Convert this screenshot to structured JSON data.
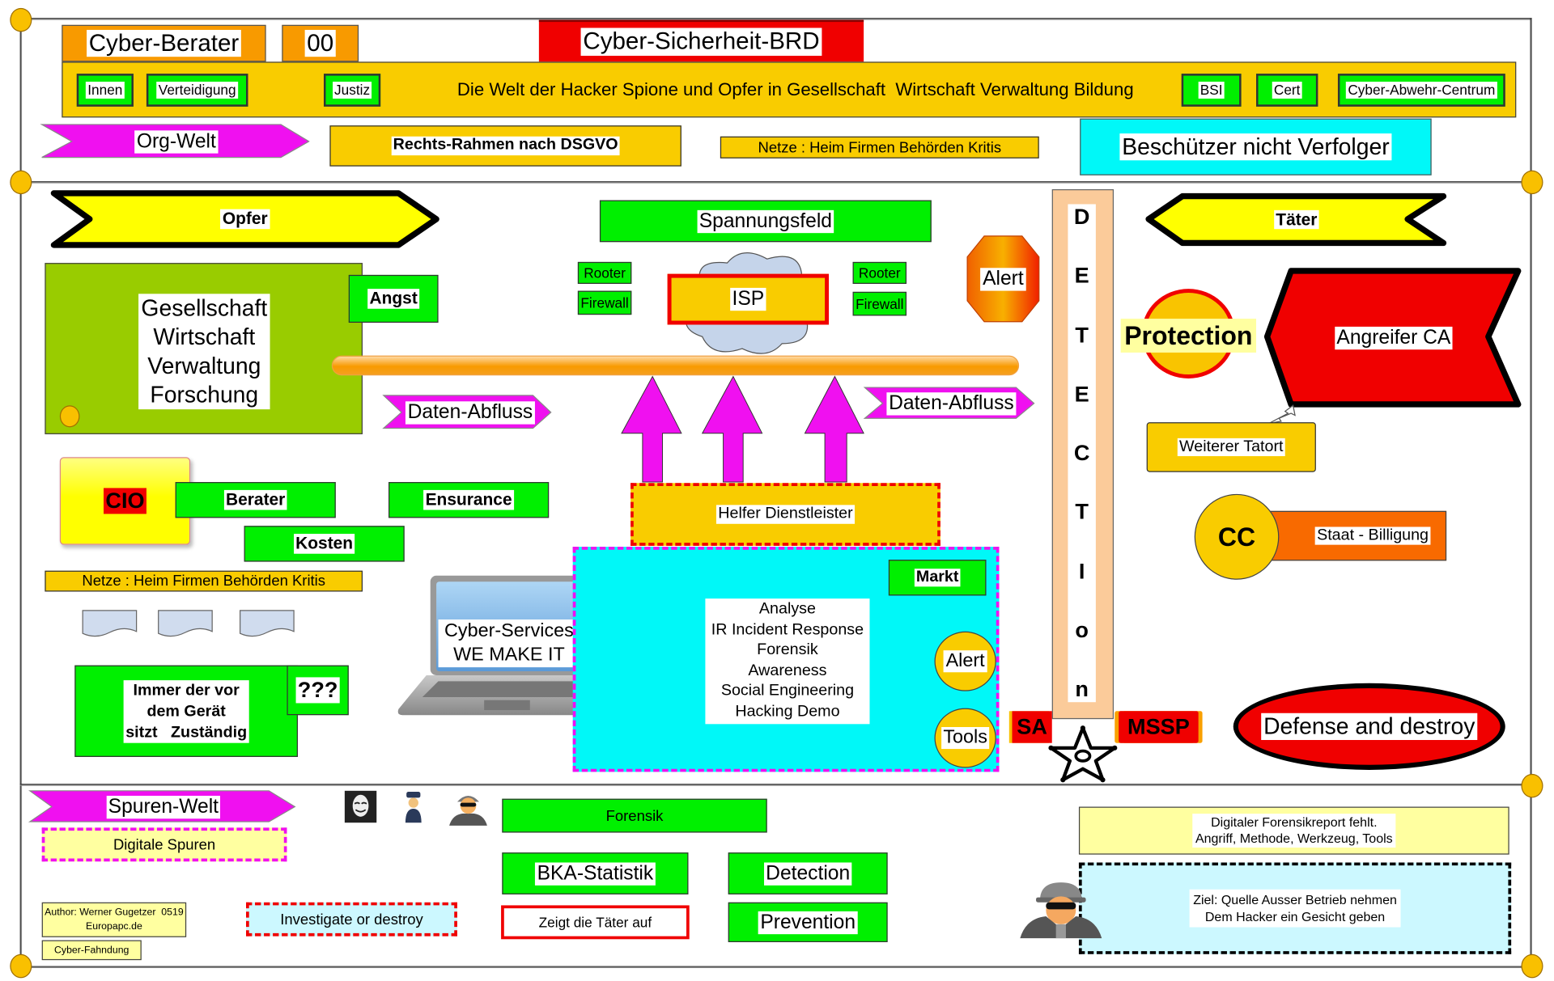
{
  "header": {
    "cyber_berater": "Cyber-Berater",
    "code": "00",
    "title": "Cyber-Sicherheit-BRD",
    "banner_text": "Die Welt der Hacker Spione und Opfer in Gesellschaft  Wirtschaft Verwaltung Bildung",
    "left_tags": [
      "Innen",
      "Verteidigung",
      "Justiz"
    ],
    "right_tags": [
      "BSI",
      "Cert",
      "Cyber-Abwehr-Centrum"
    ]
  },
  "row2": {
    "org_welt": "Org-Welt",
    "rechts_rahmen": "Rechts-Rahmen nach DSGVO",
    "netze": "Netze : Heim Firmen Behörden Kritis",
    "beschuetzer": "Beschützer nicht Verfolger"
  },
  "victim": {
    "opfer": "Opfer",
    "sectors": [
      "Gesellschaft",
      "Wirtschaft",
      "Verwaltung",
      "Forschung"
    ],
    "angst": "Angst",
    "cio": "CIO",
    "berater": "Berater",
    "ensurance": "Ensurance",
    "kosten": "Kosten",
    "netze": "Netze : Heim Firmen Behörden Kritis",
    "immer_lines": [
      "Immer der vor",
      "dem Gerät",
      "sitzt   Zuständig"
    ],
    "question": "???"
  },
  "center": {
    "spannungsfeld": "Spannungsfeld",
    "rooter_left": "Rooter",
    "firewall_left": "Firewall",
    "rooter_right": "Rooter",
    "firewall_right": "Firewall",
    "isp": "ISP",
    "alert_top": "Alert",
    "daten_abfluss_left": "Daten-Abfluss",
    "daten_abfluss_right": "Daten-Abfluss",
    "helfer": "Helfer Dienstleister",
    "markt": "Markt",
    "services": [
      "Analyse",
      "IR Incident Response",
      "Forensik",
      "Awareness",
      "Social Engineering",
      "Hacking Demo"
    ],
    "alert_circle": "Alert",
    "tools": "Tools",
    "laptop_lines": [
      "Cyber-Services",
      "WE MAKE IT"
    ]
  },
  "detection": {
    "letters": [
      "D",
      "E",
      "T",
      "E",
      "C",
      "T",
      "I",
      "o",
      "n"
    ],
    "sa": "SA",
    "mssp": "MSSP"
  },
  "attacker": {
    "taeter": "Täter",
    "protection": "Protection",
    "angreifer": "Angreifer CA",
    "weiterer_tatort": "Weiterer Tatort",
    "cc": "CC",
    "staat": "Staat - Billigung",
    "defense": "Defense and destroy"
  },
  "traces": {
    "spuren_welt": "Spuren-Welt",
    "digitale_spuren": "Digitale Spuren",
    "forensik": "Forensik",
    "bka": "BKA-Statistik",
    "detection": "Detection",
    "prevention": "Prevention",
    "zeigt": "Zeigt die Täter auf",
    "investigate": "Investigate or destroy",
    "author_lines": [
      "Author: Werner Gugetzer  0519",
      "Europapc.de"
    ],
    "fahndung": "Cyber-Fahndung",
    "report_lines": [
      "Digitaler Forensikreport fehlt.",
      "Angriff, Methode, Werkzeug, Tools"
    ],
    "ziel_lines": [
      "Ziel: Quelle Ausser Betrieb nehmen",
      "Dem Hacker ein Gesicht geben"
    ]
  },
  "colors": {
    "green": "#00f000",
    "gold": "#f9cc00",
    "orange": "#f89a00",
    "red": "#f00000",
    "magenta": "#f010f0",
    "cyan": "#00f8f8",
    "yellow": "#ffff00",
    "olive": "#99cc00",
    "peach": "#fbcb9a"
  }
}
